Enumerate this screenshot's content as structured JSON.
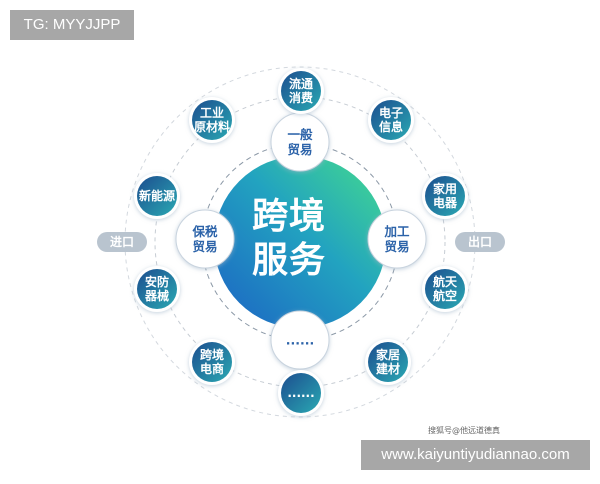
{
  "header_badge": "TG: MYYJJPP",
  "core": {
    "text": "跨境\n服务"
  },
  "inner_nodes": [
    {
      "label": "一般\n贸易"
    },
    {
      "label": "保税\n贸易"
    },
    {
      "label": "加工\n贸易"
    },
    {
      "label": "......"
    }
  ],
  "outer_nodes": [
    {
      "label": "流通\n消费"
    },
    {
      "label": "电子\n信息"
    },
    {
      "label": "家用\n电器"
    },
    {
      "label": "航天\n航空"
    },
    {
      "label": "家居\n建材"
    },
    {
      "label": "......"
    },
    {
      "label": "跨境\n电商"
    },
    {
      "label": "安防\n器械"
    },
    {
      "label": "新能源"
    },
    {
      "label": "工业\n原材料"
    }
  ],
  "side_labels": {
    "left": "进口",
    "right": "出口"
  },
  "footnote": "搜狐号@他远道德真",
  "url_badge": "www.kaiyuntiyudiannao.com",
  "colors": {
    "core_start": "#1f6fd0",
    "core_end": "#3ed49a",
    "node_dark": "#1b4f92",
    "node_teal": "#2aa8b5",
    "pill": "#b3c0cc"
  }
}
